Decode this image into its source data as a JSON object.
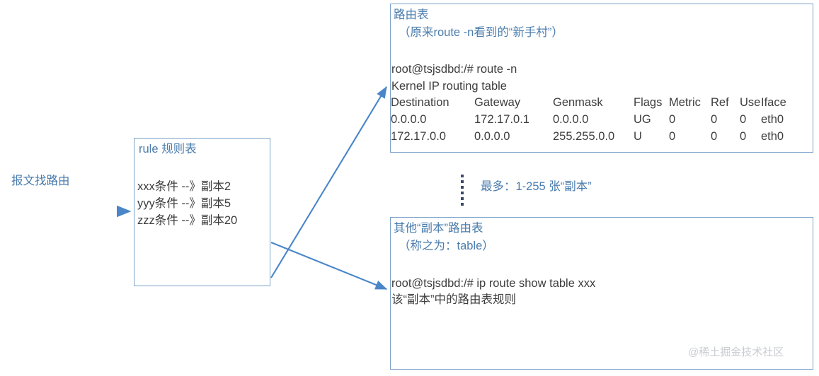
{
  "diagram": {
    "accent_color": "#4a7cad",
    "arrow_color": "#4a86c8",
    "border_color": "#7ba2c9",
    "text_color": "#3d3d3d"
  },
  "inbound": {
    "label": "报文找路由"
  },
  "rule_box": {
    "title": "rule 规则表",
    "lines": "xxx条件 --》副本2\nyyy条件 --》副本5\nzzz条件 --》副本20"
  },
  "route_table_box": {
    "title": "路由表",
    "subtitle": "（原来route -n看到的“新手村”）",
    "prompt": "root@tsjsdbd:/# route -n",
    "kernel_line": "Kernel IP routing table",
    "columns": [
      "Destination",
      "Gateway",
      "Genmask",
      "Flags",
      "Metric",
      "Ref",
      "Use",
      "Iface"
    ],
    "rows": [
      {
        "destination": "0.0.0.0",
        "gateway": "172.17.0.1",
        "genmask": "0.0.0.0",
        "flags": "UG",
        "metric": "0",
        "ref": "0",
        "use": "0",
        "iface": "eth0"
      },
      {
        "destination": "172.17.0.0",
        "gateway": "0.0.0.0",
        "genmask": "255.255.0.0",
        "flags": "U",
        "metric": "0",
        "ref": "0",
        "use": "0",
        "iface": "eth0"
      }
    ]
  },
  "middle_note": {
    "text": "最多：1-255 张“副本”"
  },
  "other_table_box": {
    "title": "其他“副本”路由表",
    "subtitle": "（称之为：table）",
    "command": "root@tsjsdbd:/# ip route show table xxx",
    "description": "该“副本”中的路由表规则"
  },
  "watermark": {
    "text": "@稀土掘金技术社区"
  }
}
